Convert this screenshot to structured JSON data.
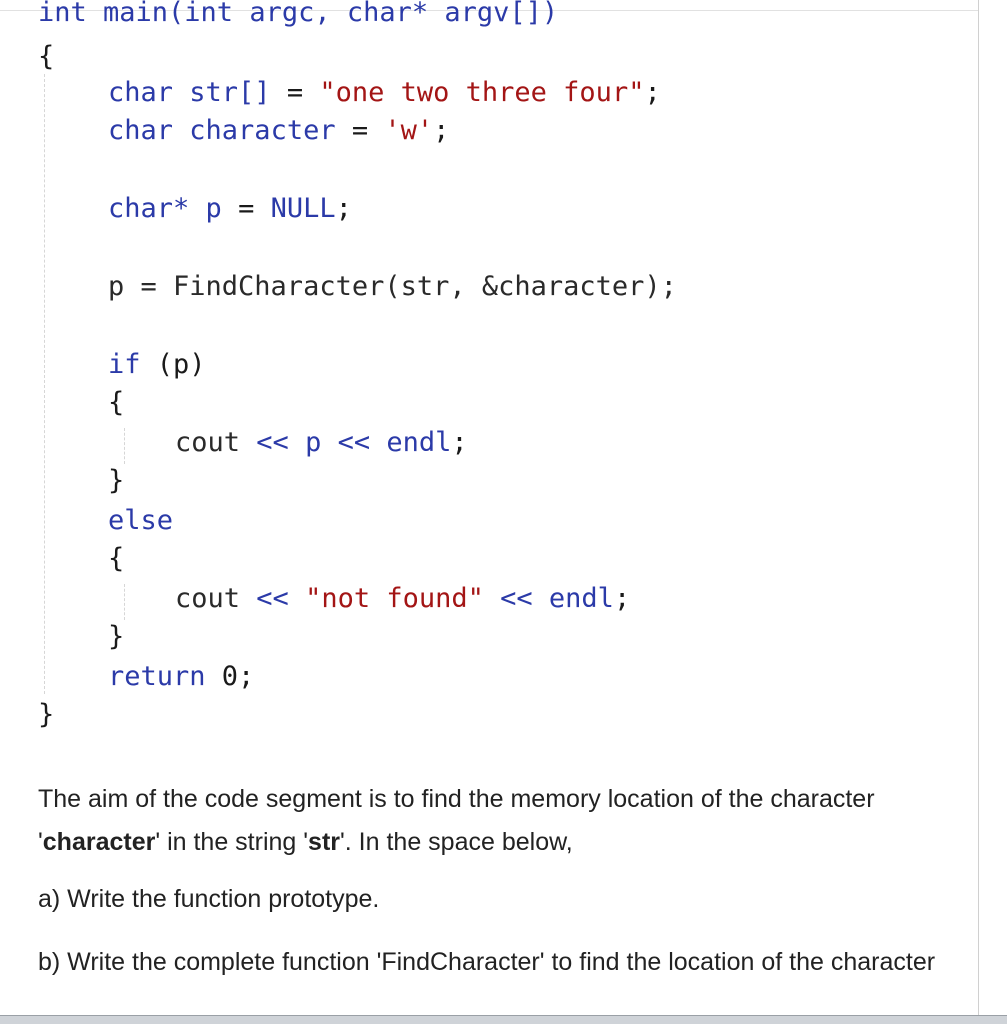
{
  "code": {
    "line_main": "int main(int argc, char* argv[])",
    "open_main": "{",
    "str_decl": {
      "type": "char",
      "name": " str[] ",
      "op": "= ",
      "value": "\"one two three four\"",
      "end": ";"
    },
    "char_decl": {
      "type": "char",
      "name": " character ",
      "op": "= ",
      "value": "'w'",
      "end": ";"
    },
    "ptr_decl": {
      "type": "char*",
      "name": " p ",
      "op": "= ",
      "value": "NULL",
      "end": ";"
    },
    "call_line": "p = FindCharacter(str, &character);",
    "if_kw": "if",
    "if_cond": " (p)",
    "open_if": "{",
    "cout1": {
      "cout": "cout ",
      "op1": "<< ",
      "p": "p ",
      "op2": "<< ",
      "endl": "endl",
      "end": ";"
    },
    "close_if": "}",
    "else_kw": "else",
    "open_else": "{",
    "cout2": {
      "cout": "cout ",
      "op1": "<< ",
      "value": "\"not found\"",
      "op2": " << ",
      "endl": "endl",
      "end": ";"
    },
    "close_else": "}",
    "return_kw": "return",
    "return_val": " 0;",
    "close_main": "}"
  },
  "prose": {
    "p1_a": "The aim of the code segment is to find the memory location of the character '",
    "p1_b1": "character",
    "p1_c": "' in the string '",
    "p1_b2": "str",
    "p1_d": "'. In the space below,",
    "p2": "a) Write the function prototype.",
    "p3": "b) Write the complete function 'FindCharacter' to find the location of the character"
  }
}
